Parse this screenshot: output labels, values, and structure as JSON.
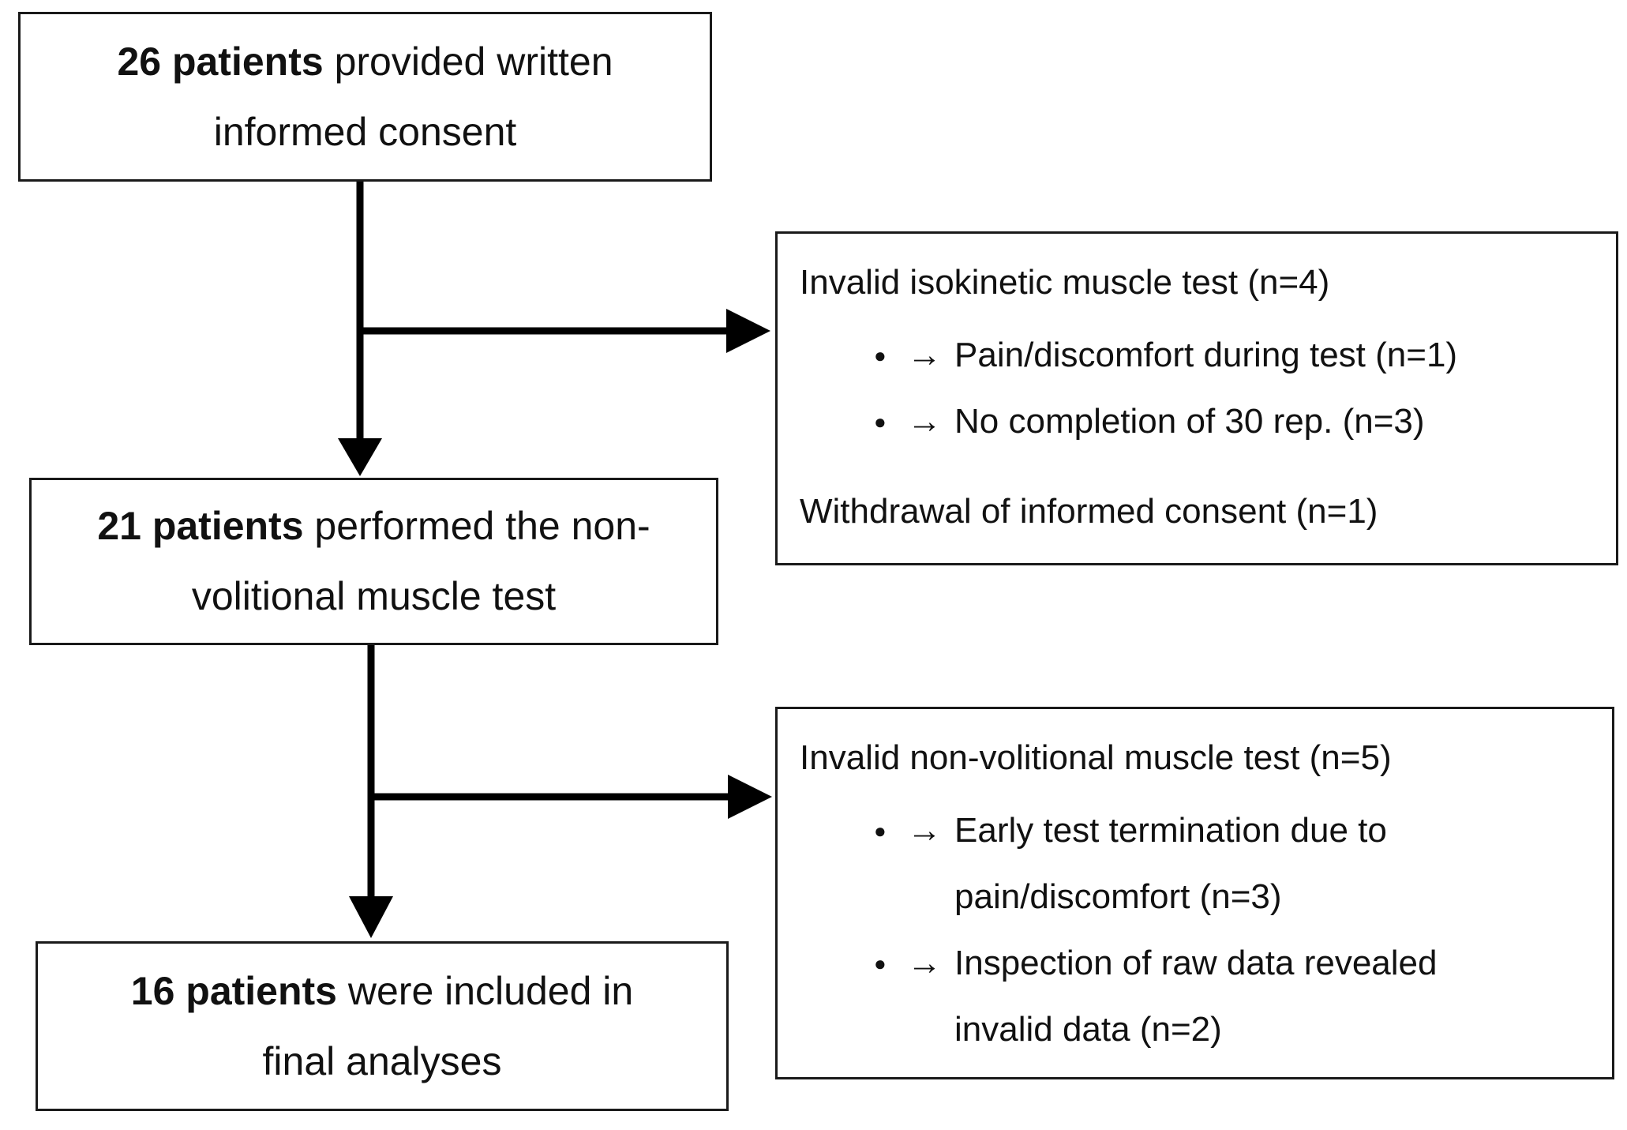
{
  "figure": {
    "background_color": "#ffffff",
    "box_border_color": "#1a1a1a",
    "arrow_color": "#000000",
    "text_color": "#111111"
  },
  "icons": {
    "bullet": "●",
    "arrow": "→"
  },
  "flow_boxes": [
    {
      "bold": "26 patients",
      "line1_rest": " provided written",
      "line2": "informed consent"
    },
    {
      "bold": "21 patients",
      "line1_rest": " performed the non-",
      "line2": "volitional muscle test"
    },
    {
      "bold": "16 patients",
      "line1_rest": " were included in",
      "line2": "final analyses"
    }
  ],
  "exclusion_boxes": [
    {
      "title": "Invalid isokinetic muscle test (n=4)",
      "bullets": [
        {
          "line1": "Pain/discomfort during test (n=1)"
        },
        {
          "line1": "No completion of 30 rep. (n=3)"
        }
      ],
      "footer": "Withdrawal of informed consent (n=1)"
    },
    {
      "title": "Invalid non-volitional muscle test (n=5)",
      "bullets": [
        {
          "line1": "Early test termination due to",
          "line2": "pain/discomfort (n=3)"
        },
        {
          "line1": "Inspection of raw data revealed",
          "line2": "invalid data (n=2)"
        }
      ]
    }
  ]
}
